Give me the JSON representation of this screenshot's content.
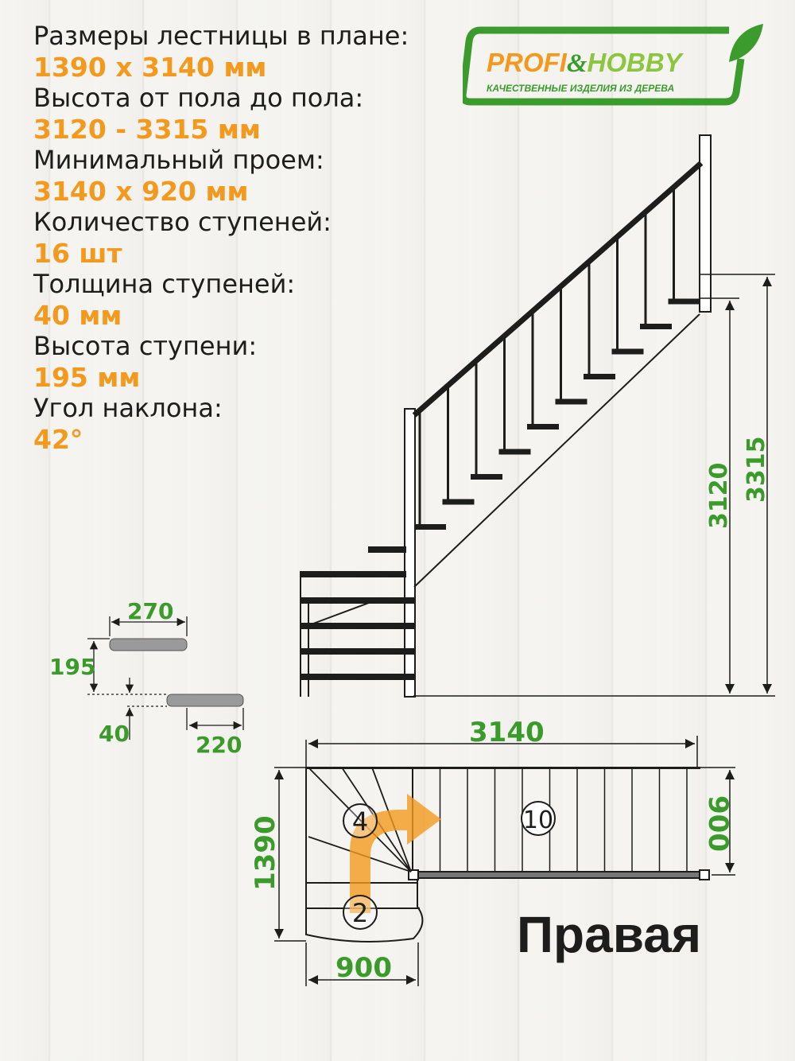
{
  "specs": [
    {
      "label": "Размеры лестницы в плане:",
      "value": "1390 x 3140 мм"
    },
    {
      "label": "Высота от пола до пола:",
      "value": "3120 - 3315 мм"
    },
    {
      "label": "Минимальный проем:",
      "value": "3140 x 920 мм"
    },
    {
      "label": "Количество ступеней:",
      "value": "16 шт"
    },
    {
      "label": "Толщина ступеней:",
      "value": "40 мм"
    },
    {
      "label": "Высота ступени:",
      "value": "195 мм"
    },
    {
      "label": "Угол наклона:",
      "value": "42°"
    }
  ],
  "logo": {
    "brand_a": "PROFI",
    "amp": "&",
    "brand_b": "HOBBY",
    "tagline": "КАЧЕСТВЕННЫЕ ИЗДЕЛИЯ ИЗ ДЕРЕВА"
  },
  "elevation": {
    "height_min": "3120",
    "height_max": "3315"
  },
  "tread_detail": {
    "tread_depth": "270",
    "step_height": "195",
    "thickness": "40",
    "overlap": "220"
  },
  "plan": {
    "length": "3140",
    "width": "1390",
    "flight_width": "900",
    "bottom_width": "900",
    "winder_count": "4",
    "lower_count": "2",
    "upper_count": "10"
  },
  "orientation": "Правая",
  "colors": {
    "accent_orange": "#f39a1e",
    "dimension_green": "#3a9a2a",
    "logo_green": "#3b9b2c",
    "logo_lime": "#8cc63f"
  }
}
